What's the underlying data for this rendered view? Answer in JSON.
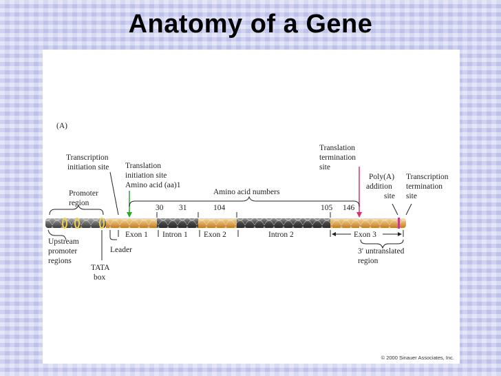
{
  "slide": {
    "title": "Anatomy of a Gene"
  },
  "figure": {
    "panel_label": "(A)",
    "labels": {
      "transcription_initiation_1": "Transcription",
      "transcription_initiation_2": "initiation site",
      "translation_initiation_1": "Translation",
      "translation_initiation_2": "initiation site",
      "amino_acid_1": "Amino acid (aa)1",
      "promoter_1": "Promoter",
      "promoter_2": "region",
      "translation_termination_1": "Translation",
      "translation_termination_2": "termination",
      "translation_termination_3": "site",
      "polya_1": "Poly(A)",
      "polya_2": "addition",
      "polya_3": "site",
      "transcription_termination_1": "Transcription",
      "transcription_termination_2": "termination",
      "transcription_termination_3": "site",
      "amino_acid_numbers": "Amino acid numbers",
      "aa_30": "30",
      "aa_31": "31",
      "aa_104": "104",
      "aa_105": "105",
      "aa_146": "146",
      "upstream_1": "Upstream",
      "upstream_2": "promoter",
      "upstream_3": "regions",
      "exon1": "Exon 1",
      "leader": "Leader",
      "intron1": "Intron 1",
      "exon2": "Exon 2",
      "intron2": "Intron 2",
      "exon3": "Exon 3",
      "tata_1": "TATA",
      "tata_2": "box",
      "utr_1": "3′ untranslated",
      "utr_2": "region"
    },
    "colors": {
      "exon": "#e7b86a",
      "intron": "#555555",
      "translation_arrow": "#2aa62a",
      "termination_arrow": "#d2336b",
      "polya_mark": "#c23a8a"
    },
    "copyright": "© 2000 Sinauer Associates, Inc."
  }
}
